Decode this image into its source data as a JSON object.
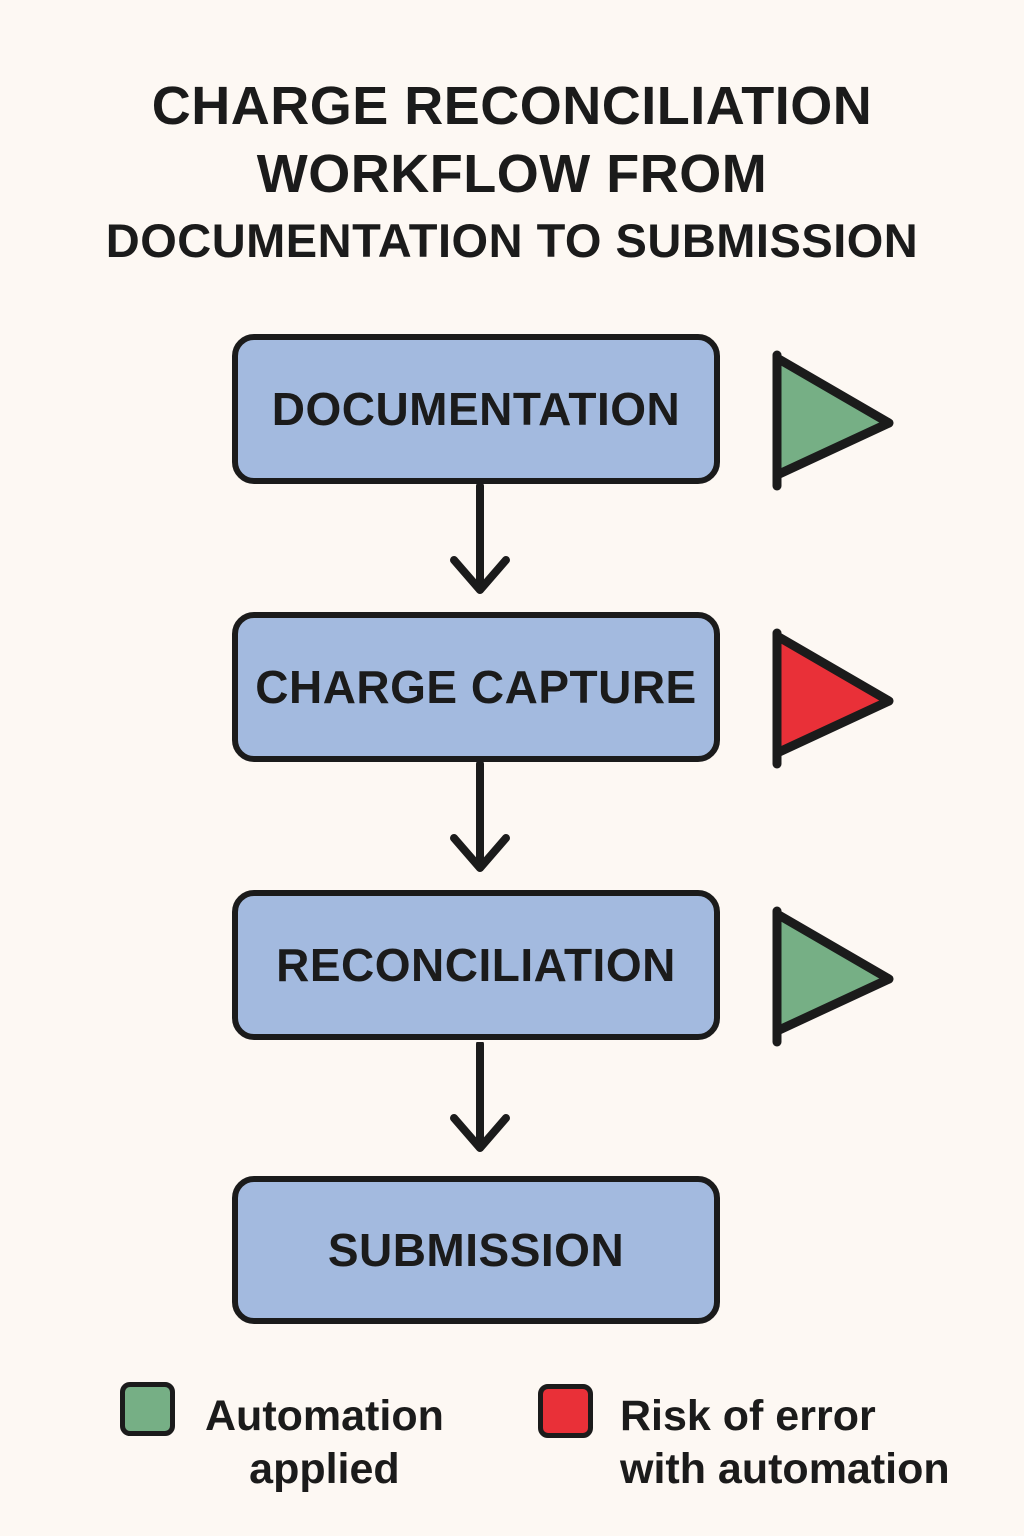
{
  "title": {
    "line1": "CHARGE RECONCILIATION",
    "line2": "WORKFLOW FROM",
    "line3": "DOCUMENTATION TO SUBMISSION"
  },
  "flow": {
    "steps": [
      {
        "label": "DOCUMENTATION",
        "flag": "green"
      },
      {
        "label": "CHARGE CAPTURE",
        "flag": "red"
      },
      {
        "label": "RECONCILIATION",
        "flag": "green"
      },
      {
        "label": "SUBMISSION",
        "flag": "none"
      }
    ]
  },
  "legend": {
    "items": [
      {
        "swatch_color": "#76AF85",
        "line1": "Automation",
        "line2": "applied"
      },
      {
        "swatch_color": "#E93038",
        "line1": "Risk of error",
        "line2": "with automation"
      }
    ]
  },
  "colors": {
    "bg": "#FDF8F3",
    "ink": "#1B1B1B",
    "box_fill": "#A3BADF",
    "green": "#76AF85",
    "red": "#E93038"
  }
}
